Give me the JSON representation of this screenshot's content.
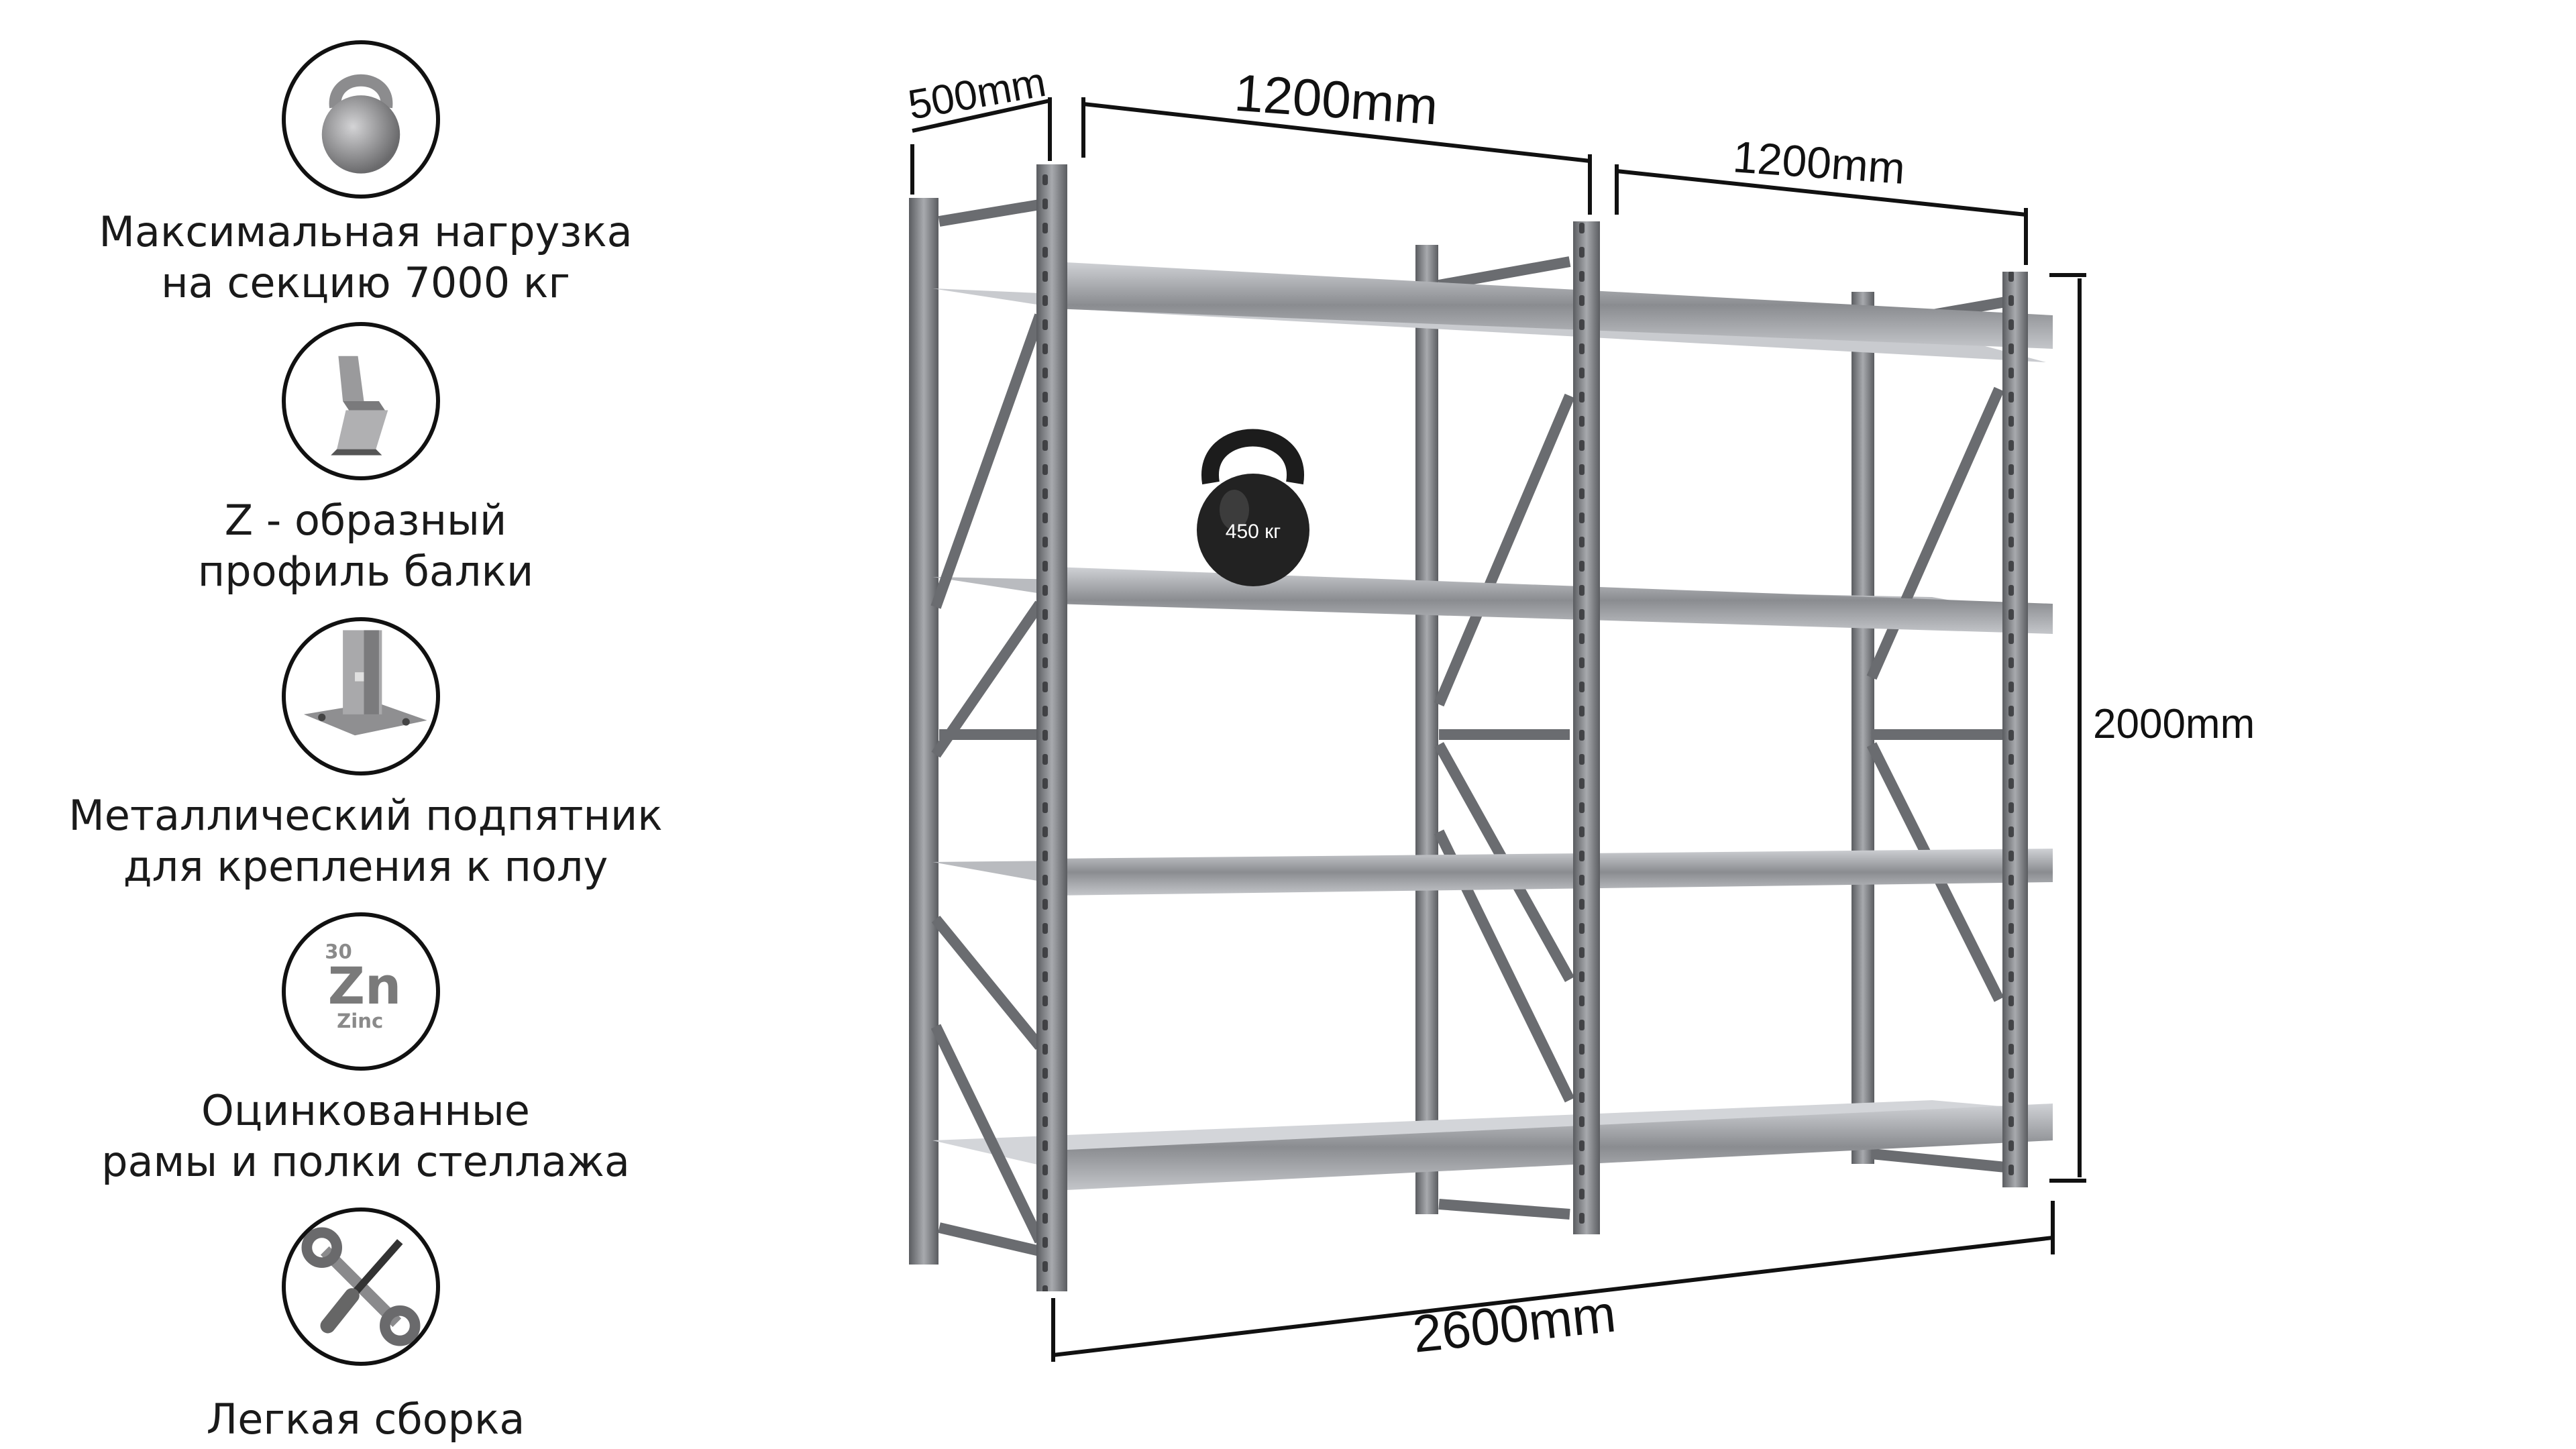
{
  "features": [
    {
      "icon": "kettlebell-icon",
      "text": "Максимальная  нагрузка\nна секцию 7000 кг"
    },
    {
      "icon": "z-profile-beam-icon",
      "text": "Z - образный\nпрофиль балки"
    },
    {
      "icon": "floor-footplate-icon",
      "text": "Металлический подпятник\nдля крепления к полу"
    },
    {
      "icon": "zinc-element-icon",
      "text": "Оцинкованные\nрамы и полки стеллажа",
      "zinc": {
        "number": "30",
        "symbol": "Zn",
        "name": "Zinc"
      }
    },
    {
      "icon": "wrench-screwdriver-icon",
      "text": "Легкая сборка"
    }
  ],
  "rack": {
    "depth_label": "500mm",
    "section1_width_label": "1200mm",
    "section2_width_label": "1200mm",
    "height_label": "2000mm",
    "total_width_label": "2600mm",
    "weight_label": "450 кг"
  },
  "colors": {
    "steel": "#8a8c90",
    "steel_dark": "#4a4c50",
    "shelf": "#c9cbcf",
    "text": "#111111"
  }
}
